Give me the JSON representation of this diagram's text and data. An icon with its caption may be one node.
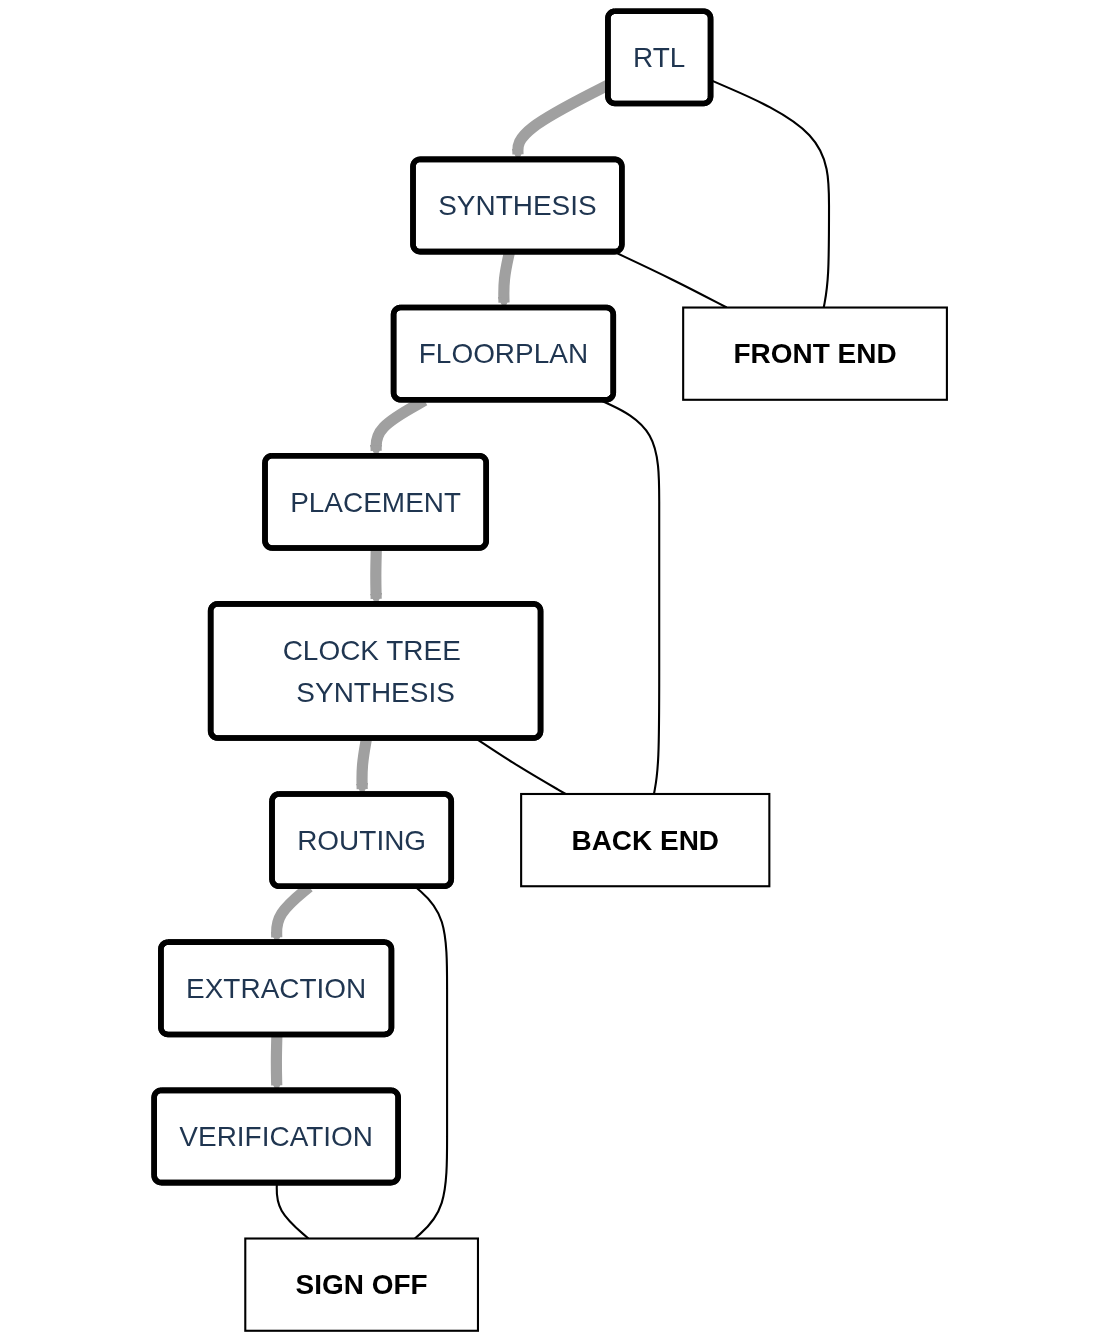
{
  "diagram": {
    "nodes": [
      {
        "text": [
          "RTL"
        ]
      },
      {
        "text": [
          "SYNTHESIS"
        ]
      },
      {
        "text": [
          "FLOORPLAN"
        ]
      },
      {
        "text": [
          "PLACEMENT"
        ]
      },
      {
        "text": [
          "CLOCK TREE SYNTHESIS"
        ]
      },
      {
        "text": [
          "ROUTING"
        ]
      },
      {
        "text": [
          "EXTRACTION"
        ]
      },
      {
        "text": [
          "VERIFICATION"
        ]
      },
      {
        "text": [
          "FRONT END"
        ]
      },
      {
        "text": [
          "BACK END"
        ]
      },
      {
        "text": [
          "SIGN OFF"
        ]
      }
    ],
    "edges": [
      {
        "from": 0,
        "to": 1,
        "arrow": "to"
      },
      {
        "from": 1,
        "to": 2,
        "arrow": "to"
      },
      {
        "from": 2,
        "to": 3,
        "arrow": "to"
      },
      {
        "from": 3,
        "to": 4,
        "arrow": "to"
      },
      {
        "from": 4,
        "to": 5,
        "arrow": "to"
      },
      {
        "from": 5,
        "to": 6,
        "arrow": "to"
      },
      {
        "from": 6,
        "to": 7,
        "arrow": "to"
      },
      {
        "from": 0,
        "to": 8,
        "arrow": "none",
        "color": "#000000"
      },
      {
        "from": 1,
        "to": 8,
        "arrow": "none",
        "color": "#000000"
      },
      {
        "from": 2,
        "to": 9,
        "arrow": "none",
        "color": "#000000"
      },
      {
        "from": 4,
        "to": 9,
        "arrow": "none",
        "color": "#000000"
      },
      {
        "from": 5,
        "to": 10,
        "arrow": "none",
        "color": "#000000"
      },
      {
        "from": 7,
        "to": 10,
        "arrow": "none",
        "color": "#000000"
      }
    ]
  }
}
